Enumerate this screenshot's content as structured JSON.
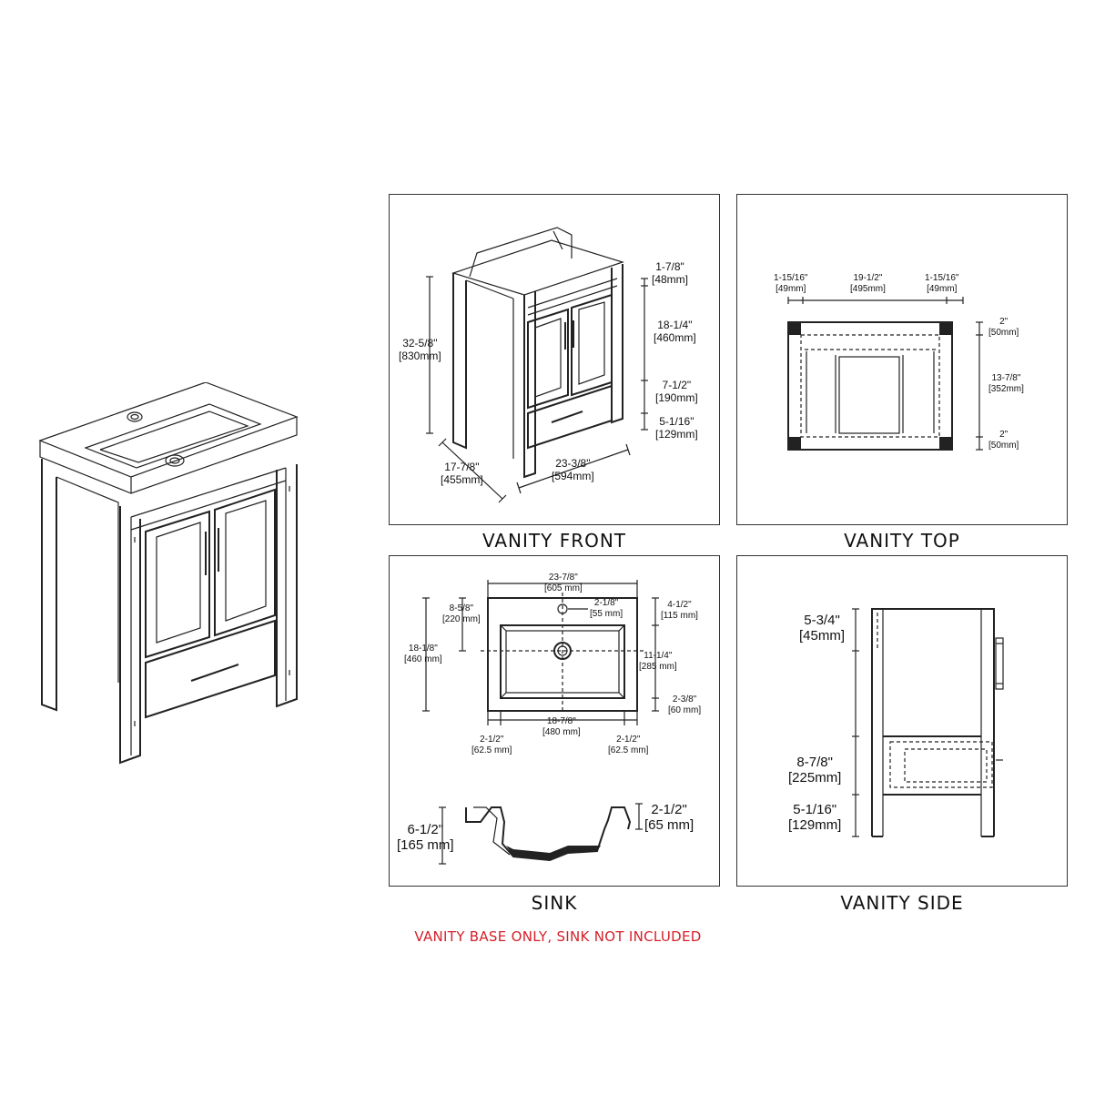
{
  "vanity_front": {
    "caption": "VANITY FRONT",
    "top_inch": "1-7/8\"",
    "top_mm": "[48mm]",
    "door_inch": "18-1/4\"",
    "door_mm": "[460mm]",
    "drawer_inch": "7-1/2\"",
    "drawer_mm": "[190mm]",
    "leg_inch": "5-1/16\"",
    "leg_mm": "[129mm]",
    "height_inch": "32-5/8\"",
    "height_mm": "[830mm]",
    "depth_inch": "17-7/8\"",
    "depth_mm": "[455mm]",
    "width_inch": "23-3/8\"",
    "width_mm": "[594mm]"
  },
  "vanity_top": {
    "caption": "VANITY TOP",
    "left_inch": "1-15/16\"",
    "left_mm": "[49mm]",
    "center_inch": "19-1/2\"",
    "center_mm": "[495mm]",
    "right_inch": "1-15/16\"",
    "right_mm": "[49mm]",
    "front_inch": "2\"",
    "front_mm": "[50mm]",
    "mid_inch": "13-7/8\"",
    "mid_mm": "[352mm]",
    "back_inch": "2\"",
    "back_mm": "[50mm]"
  },
  "sink": {
    "caption": "SINK",
    "width_inch": "23-7/8\"",
    "width_mm": "[605 mm]",
    "tap_inch": "2-1/8\"",
    "tap_mm": "[55 mm]",
    "drain_inch": "8-5/8\"",
    "drain_mm": "[220 mm]",
    "depth_inch": "18-1/8\"",
    "depth_mm": "[460 mm]",
    "back_inch": "4-1/2\"",
    "back_mm": "[115 mm]",
    "bowl_inch": "11-1/4\"",
    "bowl_mm": "[285 mm]",
    "front_inch": "2-3/8\"",
    "front_mm": "[60 mm]",
    "bowl_w_inch": "18-7/8\"",
    "bowl_w_mm": "[480 mm]",
    "side_l_inch": "2-1/2\"",
    "side_l_mm": "[62.5 mm]",
    "side_r_inch": "2-1/2\"",
    "side_r_mm": "[62.5 mm]",
    "height_inch": "6-1/2\"",
    "height_mm": "[165 mm]",
    "rim_inch": "2-1/2\"",
    "rim_mm": "[65 mm]"
  },
  "vanity_side": {
    "caption": "VANITY SIDE",
    "top_inch": "5-3/4\"",
    "top_mm": "[45mm]",
    "drawer_inch": "8-7/8\"",
    "drawer_mm": "[225mm]",
    "leg_inch": "5-1/16\"",
    "leg_mm": "[129mm]"
  },
  "note": "VANITY BASE ONLY, SINK NOT INCLUDED",
  "colors": {
    "note": "#d4202a",
    "line": "#222222"
  }
}
